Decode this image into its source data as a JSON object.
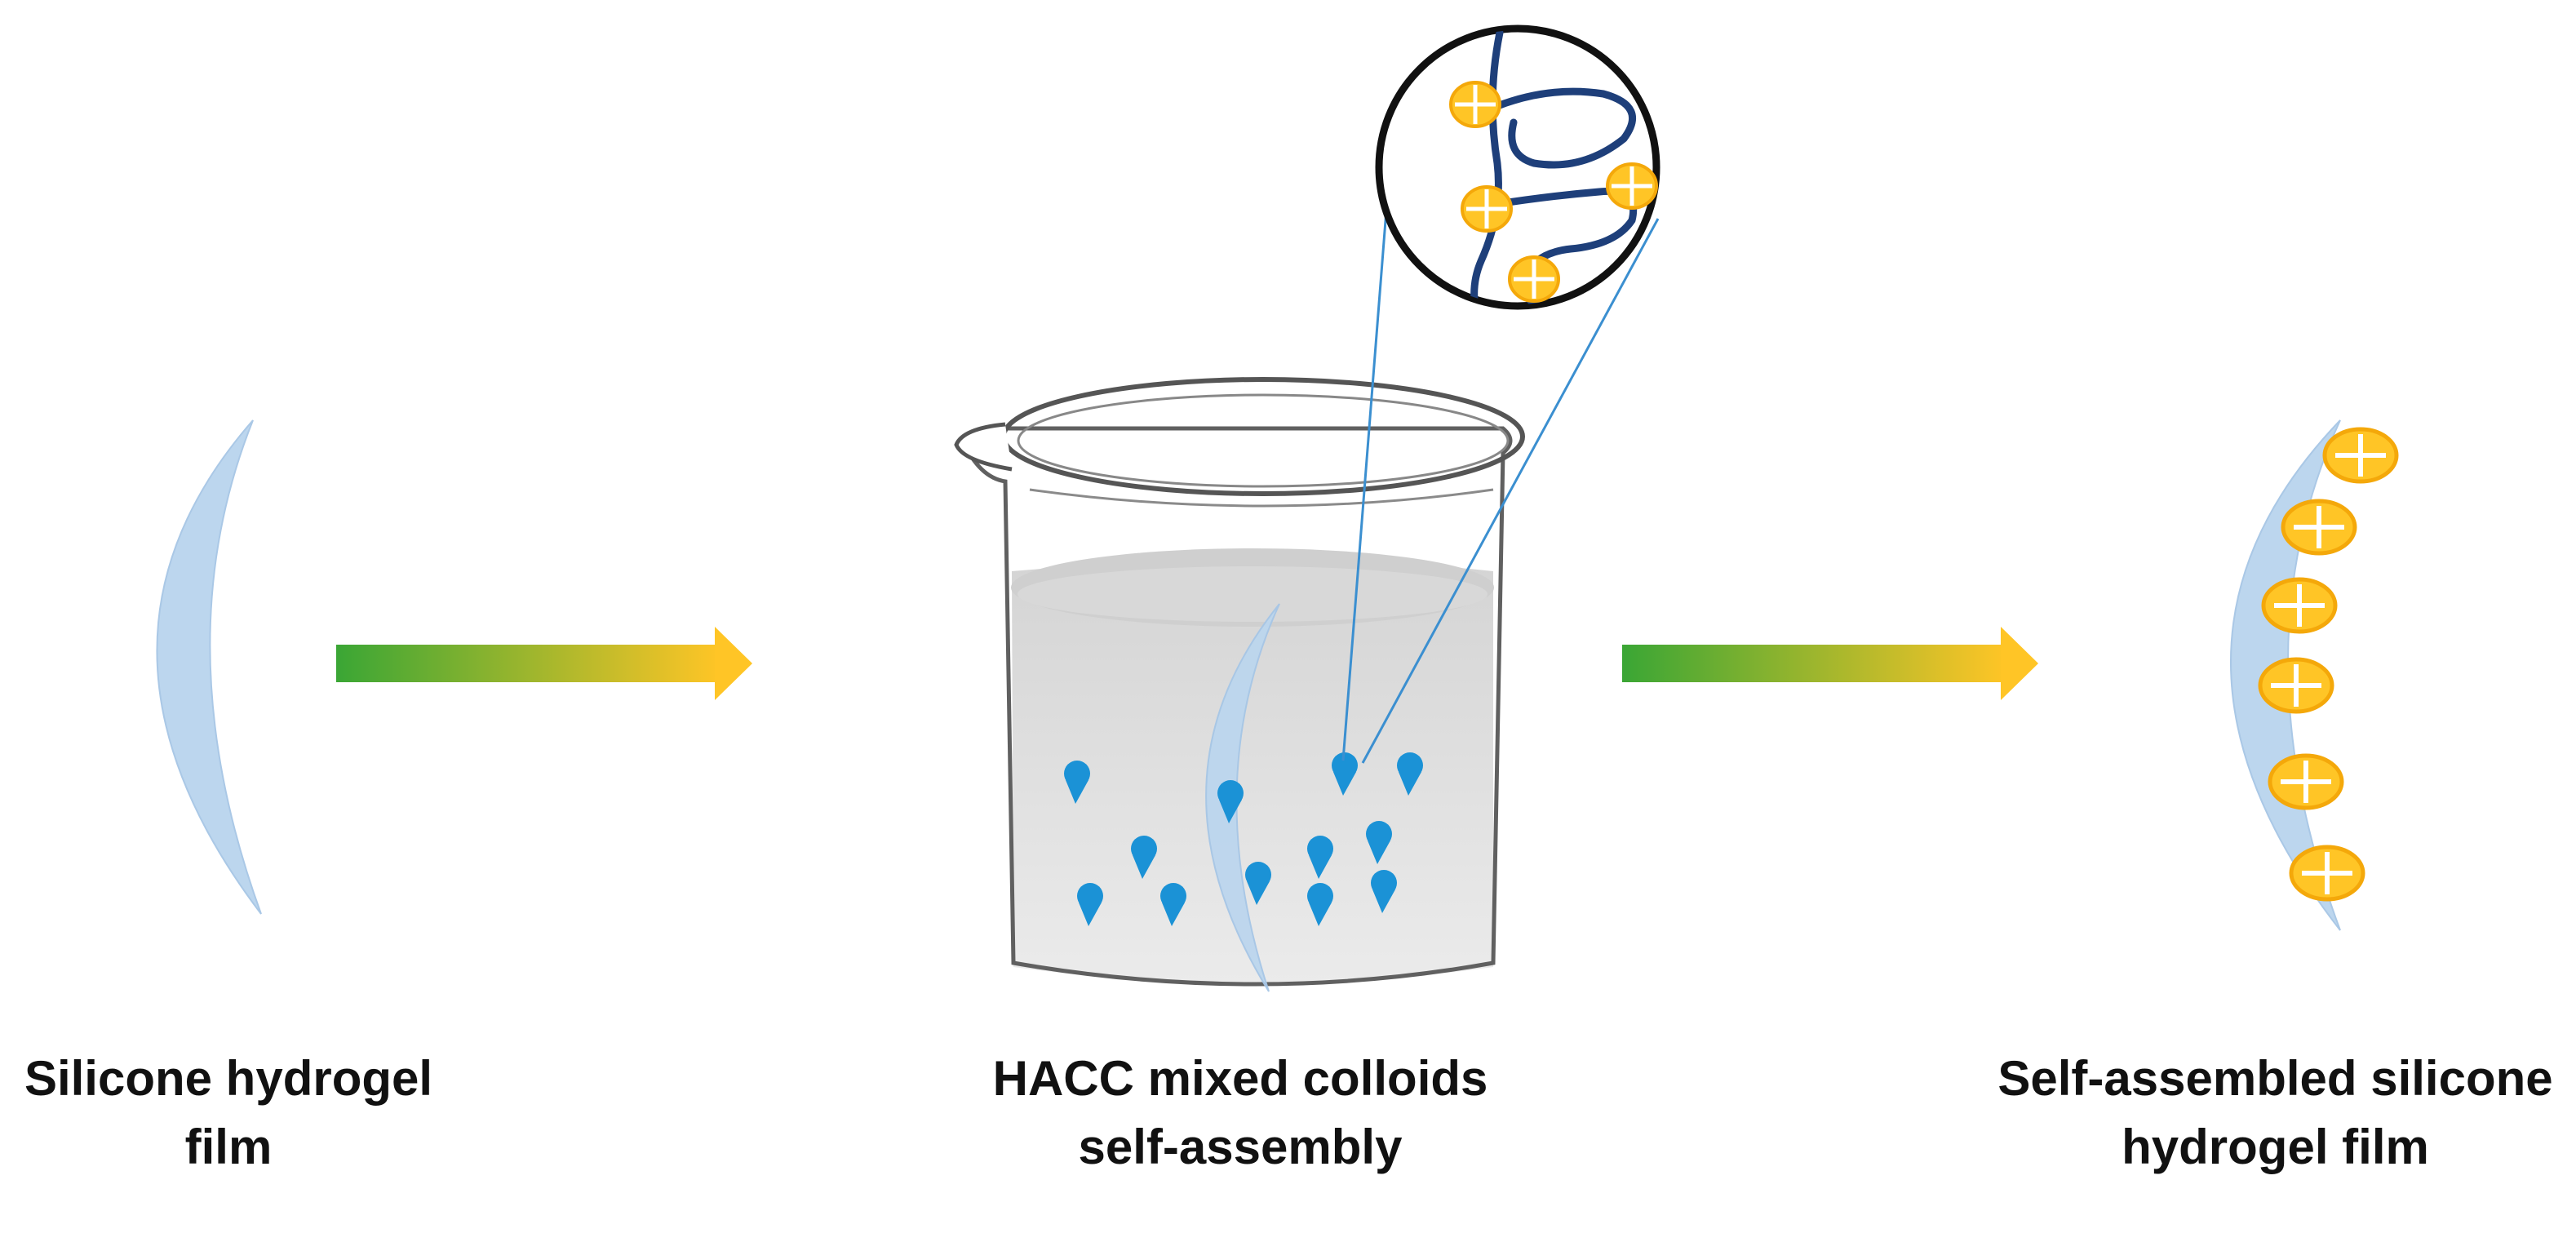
{
  "steps": [
    {
      "id": "step-1",
      "caption_lines": [
        "Silicone hydrogel",
        "film"
      ]
    },
    {
      "id": "step-2",
      "caption_lines": [
        "HACC mixed colloids",
        "self-assembly"
      ]
    },
    {
      "id": "step-3",
      "caption_lines": [
        "Self-assembled silicone",
        "hydrogel film"
      ]
    }
  ],
  "arrows": [
    {
      "from": "step-1",
      "to": "step-2"
    },
    {
      "from": "step-2",
      "to": "step-3"
    }
  ],
  "colors": {
    "film": "#bcd6ee",
    "arrow_start": "#3aa635",
    "arrow_end": "#ffc526",
    "charge_fill": "#ffc526",
    "charge_stroke": "#f4a80a",
    "colloid": "#1b92d6",
    "polymer_chain": "#1e3f7a",
    "liquid": "#d9d9d9",
    "zoom_line": "#3b8fd0"
  },
  "icons": {
    "charge": "plus-charge-icon",
    "colloid": "colloid-droplet-icon",
    "beaker": "beaker-icon",
    "film": "lens-film-icon",
    "zoom": "magnifier-inset-icon"
  }
}
